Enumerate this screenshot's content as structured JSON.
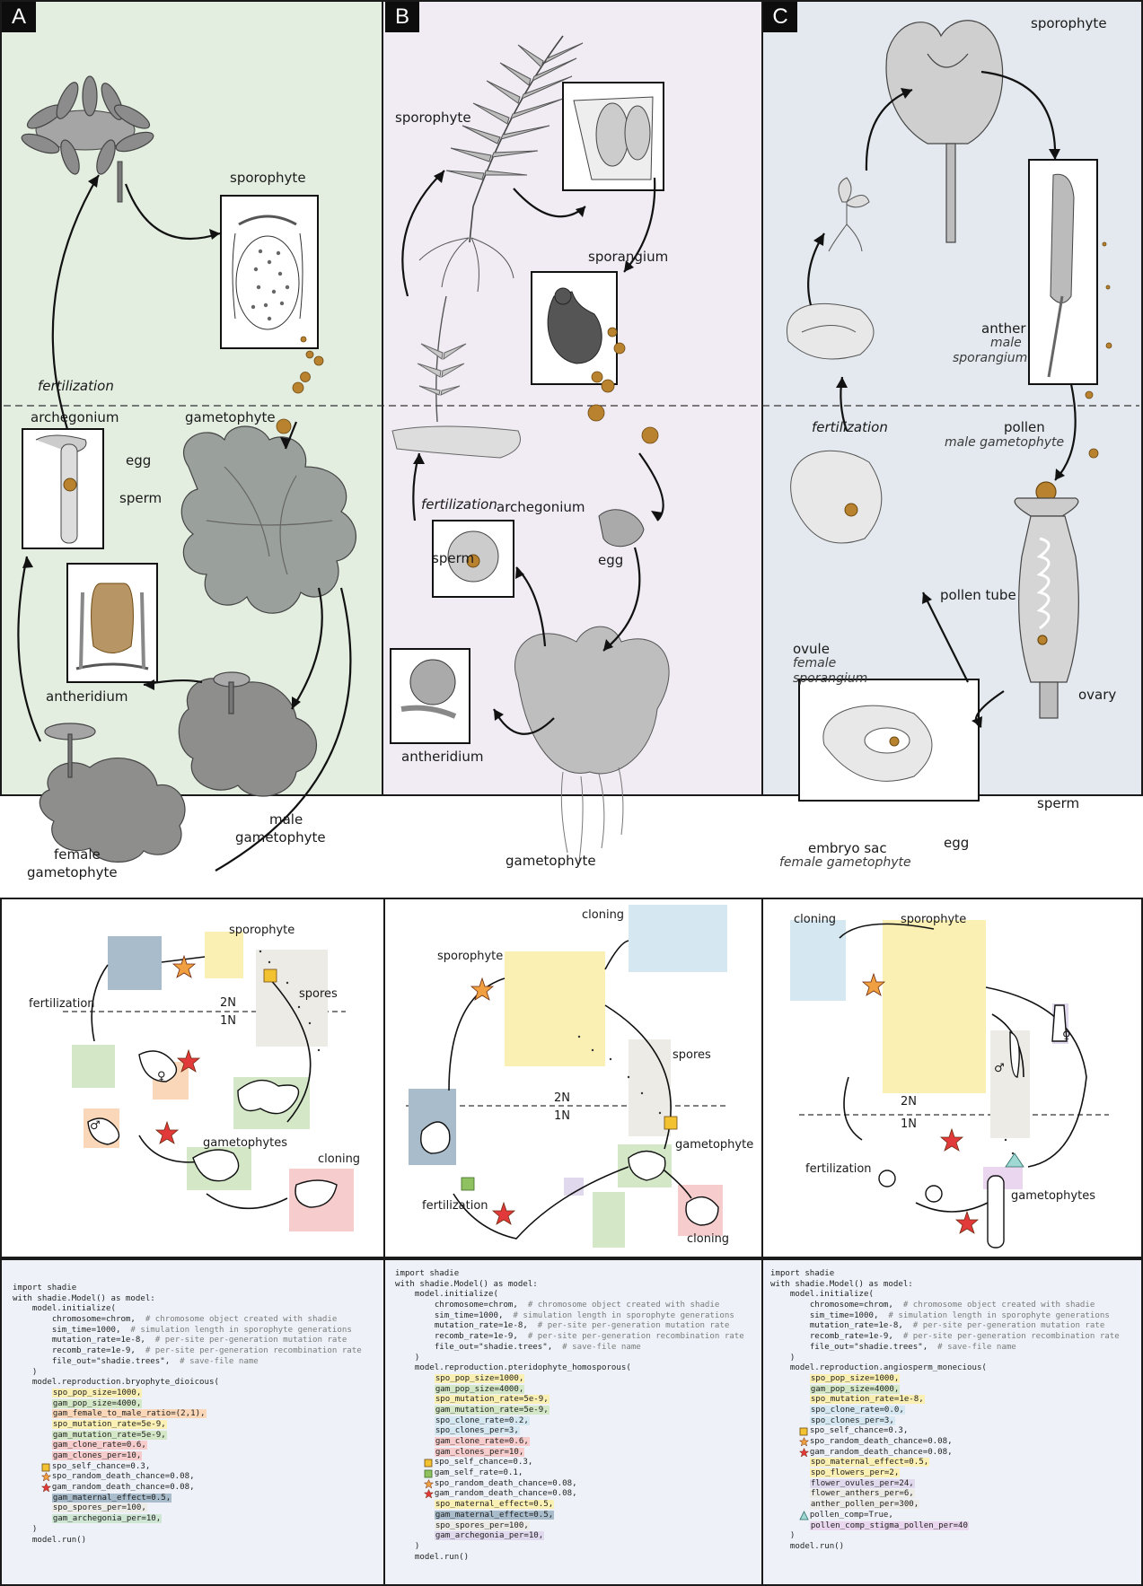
{
  "panels": {
    "A": {
      "letter": "A",
      "labels": {
        "sporophyte": "sporophyte",
        "fertilization": "fertilization",
        "archegonium": "archegonium",
        "gametophyte": "gametophyte",
        "egg": "egg",
        "sperm": "sperm",
        "antheridium": "antheridium",
        "male": "male",
        "male_gametophyte": "gametophyte",
        "female": "female",
        "female_gametophyte": "gametophyte"
      }
    },
    "B": {
      "letter": "B",
      "labels": {
        "sporophyte": "sporophyte",
        "sporangium": "sporangium",
        "fertilization": "fertilization",
        "archegonium": "archegonium",
        "egg": "egg",
        "sperm": "sperm",
        "antheridium": "antheridium",
        "gametophyte": "gametophyte"
      }
    },
    "C": {
      "letter": "C",
      "labels": {
        "sporophyte": "sporophyte",
        "anther": "anther",
        "anther_sub1": "male",
        "anther_sub2": "sporangium",
        "pollen": "pollen",
        "pollen_sub": "male gametophyte",
        "fertilization": "fertilization",
        "pollen_tube": "pollen tube",
        "ovule": "ovule",
        "ovule_sub1": "female",
        "ovule_sub2": "sporangium",
        "ovary": "ovary",
        "sperm": "sperm",
        "embryo_sac": "embryo sac",
        "embryo_sac_sub": "female gametophyte",
        "egg": "egg"
      }
    }
  },
  "schematics": {
    "A": {
      "sporophyte": "sporophyte",
      "fertilization": "fertilization",
      "two_n": "2N",
      "one_n": "1N",
      "spores": "spores",
      "gametophytes": "gametophytes",
      "cloning": "cloning",
      "female_symbol": "♀",
      "male_symbol": "♂"
    },
    "B": {
      "cloning_top": "cloning",
      "sporophyte": "sporophyte",
      "spores": "spores",
      "two_n": "2N",
      "one_n": "1N",
      "gametophyte": "gametophyte",
      "fertilization": "fertilization",
      "cloning_bottom": "cloning"
    },
    "C": {
      "cloning": "cloning",
      "sporophyte": "sporophyte",
      "two_n": "2N",
      "one_n": "1N",
      "fertilization": "fertilization",
      "gametophytes": "gametophytes",
      "female_symbol": "♀",
      "male_symbol": "♂"
    }
  },
  "code": {
    "A": [
      {
        "t": "import shadie",
        "hl": ""
      },
      {
        "t": "with shadie.Model() as model:",
        "hl": ""
      },
      {
        "t": "    model.initialize(",
        "hl": ""
      },
      {
        "t": "        chromosome=chrom,",
        "c": "  # chromosome object created with shadie",
        "hl": ""
      },
      {
        "t": "        sim_time=1000,",
        "c": "  # simulation length in sporophyte generations",
        "hl": ""
      },
      {
        "t": "        mutation_rate=1e-8,",
        "c": "  # per-site per-generation mutation rate",
        "hl": ""
      },
      {
        "t": "        recomb_rate=1e-9,",
        "c": "  # per-site per-generation recombination rate",
        "hl": ""
      },
      {
        "t": "        file_out=\"shadie.trees\",",
        "c": "  # save-file name",
        "hl": ""
      },
      {
        "t": "    )",
        "hl": ""
      },
      {
        "t": "    model.reproduction.bryophyte_dioicous(",
        "hl": ""
      },
      {
        "t": "        spo_pop_size=1000,",
        "hl": "#fbf0b4"
      },
      {
        "t": "        gam_pop_size=4000,",
        "hl": "#d4e8c8"
      },
      {
        "t": "        gam_female_to_male_ratio=(2,1),",
        "hl": "#fad7b8"
      },
      {
        "t": "        spo_mutation_rate=5e-9,",
        "hl": "#fbf0b4"
      },
      {
        "t": "        gam_mutation_rate=5e-9,",
        "hl": "#d4e8c8"
      },
      {
        "t": "        gam_clone_rate=0.6,",
        "hl": "#f6cccc"
      },
      {
        "t": "        gam_clones_per=10,",
        "hl": "#f6cccc"
      },
      {
        "t": "        spo_self_chance=0.3,",
        "hl": "",
        "m": "square"
      },
      {
        "t": "        spo_random_death_chance=0.08,",
        "hl": "",
        "m": "star-orange"
      },
      {
        "t": "        gam_random_death_chance=0.08,",
        "hl": "",
        "m": "star-red"
      },
      {
        "t": "        gam_maternal_effect=0.5,",
        "hl": "#a9bccb"
      },
      {
        "t": "        spo_spores_per=100,",
        "hl": "#ecebe6"
      },
      {
        "t": "        gam_archegonia_per=10,",
        "hl": "#cfe6d4"
      },
      {
        "t": "    )",
        "hl": ""
      },
      {
        "t": "    model.run()",
        "hl": ""
      }
    ],
    "B": [
      {
        "t": "import shadie",
        "hl": ""
      },
      {
        "t": "with shadie.Model() as model:",
        "hl": ""
      },
      {
        "t": "    model.initialize(",
        "hl": ""
      },
      {
        "t": "        chromosome=chrom,",
        "c": "  # chromosome object created with shadie",
        "hl": ""
      },
      {
        "t": "        sim_time=1000,",
        "c": "  # simulation length in sporophyte generations",
        "hl": ""
      },
      {
        "t": "        mutation_rate=1e-8,",
        "c": "  # per-site per-generation mutation rate",
        "hl": ""
      },
      {
        "t": "        recomb_rate=1e-9,",
        "c": "  # per-site per-generation recombination rate",
        "hl": ""
      },
      {
        "t": "        file_out=\"shadie.trees\",",
        "c": "  # save-file name",
        "hl": ""
      },
      {
        "t": "    )",
        "hl": ""
      },
      {
        "t": "    model.reproduction.pteridophyte_homosporous(",
        "hl": ""
      },
      {
        "t": "        spo_pop_size=1000,",
        "hl": "#fbf0b4"
      },
      {
        "t": "        gam_pop_size=4000,",
        "hl": "#d4e8c8"
      },
      {
        "t": "        spo_mutation_rate=5e-9,",
        "hl": "#fbf0b4"
      },
      {
        "t": "        gam_mutation_rate=5e-9,",
        "hl": "#d4e8c8"
      },
      {
        "t": "        spo_clone_rate=0.2,",
        "hl": "#d5e8f2"
      },
      {
        "t": "        spo_clones_per=3,",
        "hl": "#d5e8f2"
      },
      {
        "t": "        gam_clone_rate=0.6,",
        "hl": "#f6cccc"
      },
      {
        "t": "        gam_clones_per=10,",
        "hl": "#f6cccc"
      },
      {
        "t": "        spo_self_chance=0.3,",
        "hl": "",
        "m": "square"
      },
      {
        "t": "        gam_self_rate=0.1,",
        "hl": "",
        "m": "square-green"
      },
      {
        "t": "        spo_random_death_chance=0.08,",
        "hl": "",
        "m": "star-orange"
      },
      {
        "t": "        gam_random_death_chance=0.08,",
        "hl": "",
        "m": "star-red"
      },
      {
        "t": "        spo_maternal_effect=0.5,",
        "hl": "#fbf0b4"
      },
      {
        "t": "        gam_maternal_effect=0.5,",
        "hl": "#a9bccb"
      },
      {
        "t": "        spo_spores_per=100,",
        "hl": "#ecebe6"
      },
      {
        "t": "        gam_archegonia_per=10,",
        "hl": "#e0d8ec"
      },
      {
        "t": "    )",
        "hl": ""
      },
      {
        "t": "    model.run()",
        "hl": ""
      }
    ],
    "C": [
      {
        "t": "import shadie",
        "hl": ""
      },
      {
        "t": "with shadie.Model() as model:",
        "hl": ""
      },
      {
        "t": "    model.initialize(",
        "hl": ""
      },
      {
        "t": "        chromosome=chrom,",
        "c": "  # chromosome object created with shadie",
        "hl": ""
      },
      {
        "t": "        sim_time=1000,",
        "c": "  # simulation length in sporophyte generations",
        "hl": ""
      },
      {
        "t": "        mutation_rate=1e-8,",
        "c": "  # per-site per-generation mutation rate",
        "hl": ""
      },
      {
        "t": "        recomb_rate=1e-9,",
        "c": "  # per-site per-generation recombination rate",
        "hl": ""
      },
      {
        "t": "        file_out=\"shadie.trees\",",
        "c": "  # save-file name",
        "hl": ""
      },
      {
        "t": "    )",
        "hl": ""
      },
      {
        "t": "    model.reproduction.angiosperm_monecious(",
        "hl": ""
      },
      {
        "t": "        spo_pop_size=1000,",
        "hl": "#fbf0b4"
      },
      {
        "t": "        gam_pop_size=4000,",
        "hl": "#d4e8c8"
      },
      {
        "t": "        spo_mutation_rate=1e-8,",
        "hl": "#fbf0b4"
      },
      {
        "t": "        spo_clone_rate=0.0,",
        "hl": "#d5e8f2"
      },
      {
        "t": "        spo_clones_per=3,",
        "hl": "#d5e8f2"
      },
      {
        "t": "        spo_self_chance=0.3,",
        "hl": "",
        "m": "square"
      },
      {
        "t": "        spo_random_death_chance=0.08,",
        "hl": "",
        "m": "star-orange"
      },
      {
        "t": "        gam_random_death_chance=0.08,",
        "hl": "",
        "m": "star-red"
      },
      {
        "t": "        spo_maternal_effect=0.5,",
        "hl": "#fbf0b4"
      },
      {
        "t": "        spo_flowers_per=2,",
        "hl": "#fbf0b4"
      },
      {
        "t": "        flower_ovules_per=24,",
        "hl": "#e0d8ec"
      },
      {
        "t": "        flower_anthers_per=6,",
        "hl": "#ecebe6"
      },
      {
        "t": "        anther_pollen_per=300,",
        "hl": "#ecebe6"
      },
      {
        "t": "        pollen_comp=True,",
        "hl": "",
        "m": "triangle"
      },
      {
        "t": "        pollen_comp_stigma_pollen_per=40",
        "hl": "#ead7ef"
      },
      {
        "t": "    )",
        "hl": ""
      },
      {
        "t": "    model.run()",
        "hl": ""
      }
    ]
  },
  "colors": {
    "panel_A_bg": "#e3eee0",
    "panel_B_bg": "#f1ecf4",
    "panel_C_bg": "#e3e9ee",
    "code_bg": "#eef2f8",
    "spore": "#b8822e",
    "star_orange": "#f0a040",
    "star_red": "#e23a3a",
    "square_yellow": "#f2c230",
    "square_green": "#8fc161",
    "triangle": "#9fd7d3"
  }
}
